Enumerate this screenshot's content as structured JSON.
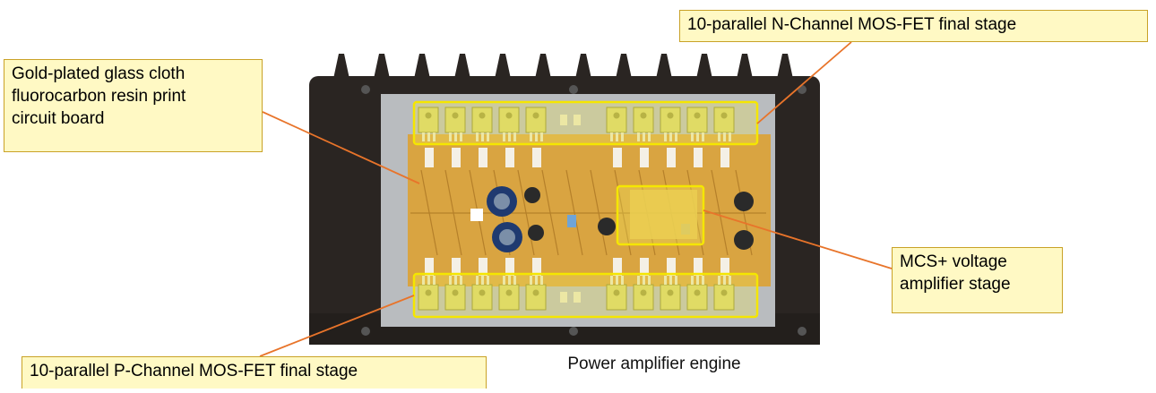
{
  "callouts": {
    "n_channel": "10-parallel N-Channel MOS-FET final stage",
    "pcb_line1": "Gold-plated glass cloth",
    "pcb_line2": "fluorocarbon resin print",
    "pcb_line3": "circuit board",
    "mcs_line1": "MCS+ voltage",
    "mcs_line2": "amplifier stage",
    "p_channel": "10-parallel P-Channel MOS-FET final stage"
  },
  "caption": "Power amplifier engine",
  "colors": {
    "callout_fill": "#fff9c4",
    "callout_border": "#c9a227",
    "leader_line": "#e8742a",
    "highlight_border": "#f5e600",
    "heatsink": "#2a2522",
    "pcb": "#d9a441",
    "aluminum_plate": "#b9bcbf"
  }
}
